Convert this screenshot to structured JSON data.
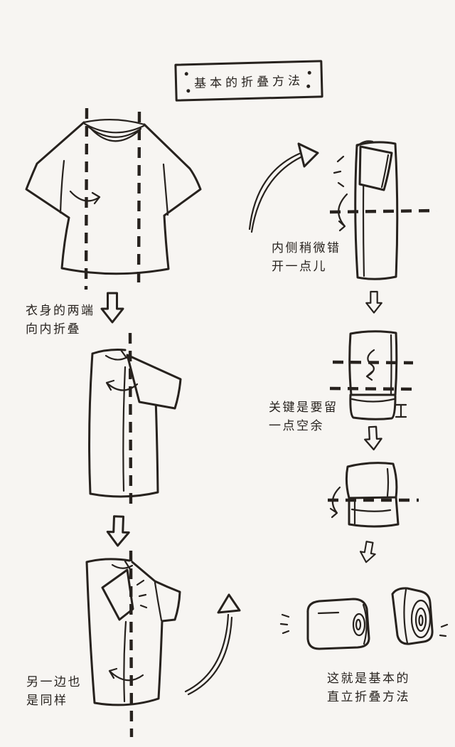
{
  "paper": {
    "background_color": "#f7f5f2",
    "ink_color": "#27221e"
  },
  "title_plaque": {
    "label": "基本的折叠方法"
  },
  "annotations": {
    "fold_ends_inward": {
      "line1": "衣身的两端",
      "line2": "向内折叠"
    },
    "stagger_inner_side": {
      "line1": "内侧稍微错",
      "line2": "开一点儿"
    },
    "leave_space": {
      "line1": "关键是要留",
      "line2": "一点空余"
    },
    "other_side_same": {
      "line1": "另一边也",
      "line2": "是同样"
    },
    "final_result": {
      "line1": "这就是基本的",
      "line2": "直立折叠方法"
    }
  },
  "icons": {
    "down_arrow": "hollow-block-down-arrow",
    "fold_arrow": "small-curved-fold-arrow",
    "swoosh_arrow": "large-curved-swoosh-arrow",
    "emphasis_marks": "hand-drawn-tick-dashes"
  }
}
